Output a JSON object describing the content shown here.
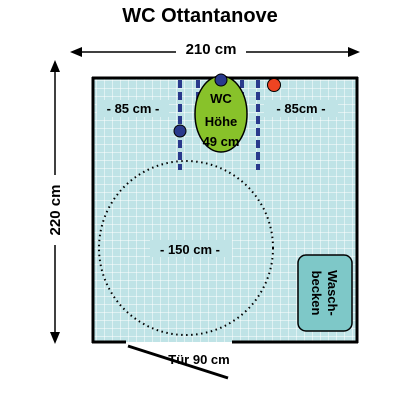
{
  "title": "WC Ottantanove",
  "dimensions": {
    "width": "210 cm",
    "height": "220 cm",
    "left_space": "- 85 cm -",
    "right_space": "- 85cm -",
    "turning_circle": "- 150 cm -",
    "door": "Tür 90 cm"
  },
  "toilet": {
    "line1": "WC",
    "line2": "Höhe",
    "line3": "49 cm",
    "color": "#88c22a"
  },
  "sink": {
    "line1": "Wasch-",
    "line2": "becken",
    "color": "#7ec8c8"
  },
  "colors": {
    "floor": "#bfe3e6",
    "tile_grid": "#ffffff",
    "grab_bar": "#2a3a8c",
    "flush_button": "#ee4422"
  }
}
